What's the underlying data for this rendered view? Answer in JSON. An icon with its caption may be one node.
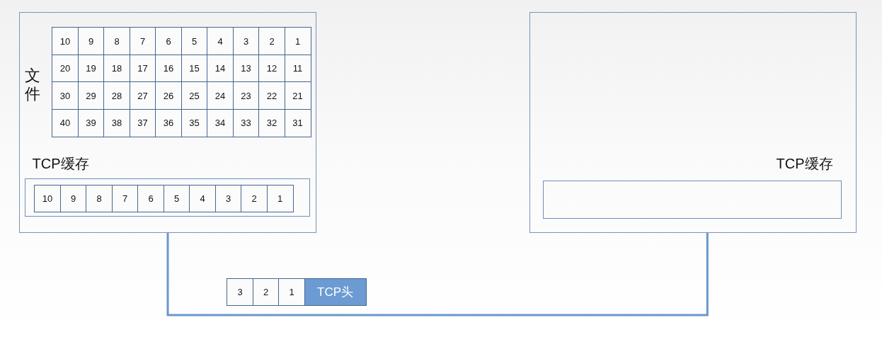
{
  "diagram": {
    "nodes": [
      {
        "text": [],
        "shape": "box"
      },
      {
        "text": [
          "TCP缓存"
        ],
        "in": 0
      },
      {
        "text": [],
        "shape": "box"
      },
      {
        "text": [
          "TCP缓存"
        ],
        "in": 2
      }
    ],
    "edges": [
      {
        "from": 0,
        "to": 2,
        "arrow": "none"
      }
    ],
    "labels": [
      "文件",
      "10",
      "9",
      "8",
      "7",
      "6",
      "5",
      "4",
      "3",
      "2",
      "1",
      "20",
      "19",
      "18",
      "17",
      "16",
      "15",
      "14",
      "13",
      "12",
      "11",
      "30",
      "29",
      "28",
      "27",
      "26",
      "25",
      "24",
      "23",
      "22",
      "21",
      "40",
      "39",
      "38",
      "37",
      "36",
      "35",
      "34",
      "33",
      "32",
      "31",
      "10",
      "9",
      "8",
      "7",
      "6",
      "5",
      "4",
      "3",
      "2",
      "1",
      "3",
      "2",
      "1",
      "TCP头"
    ]
  }
}
